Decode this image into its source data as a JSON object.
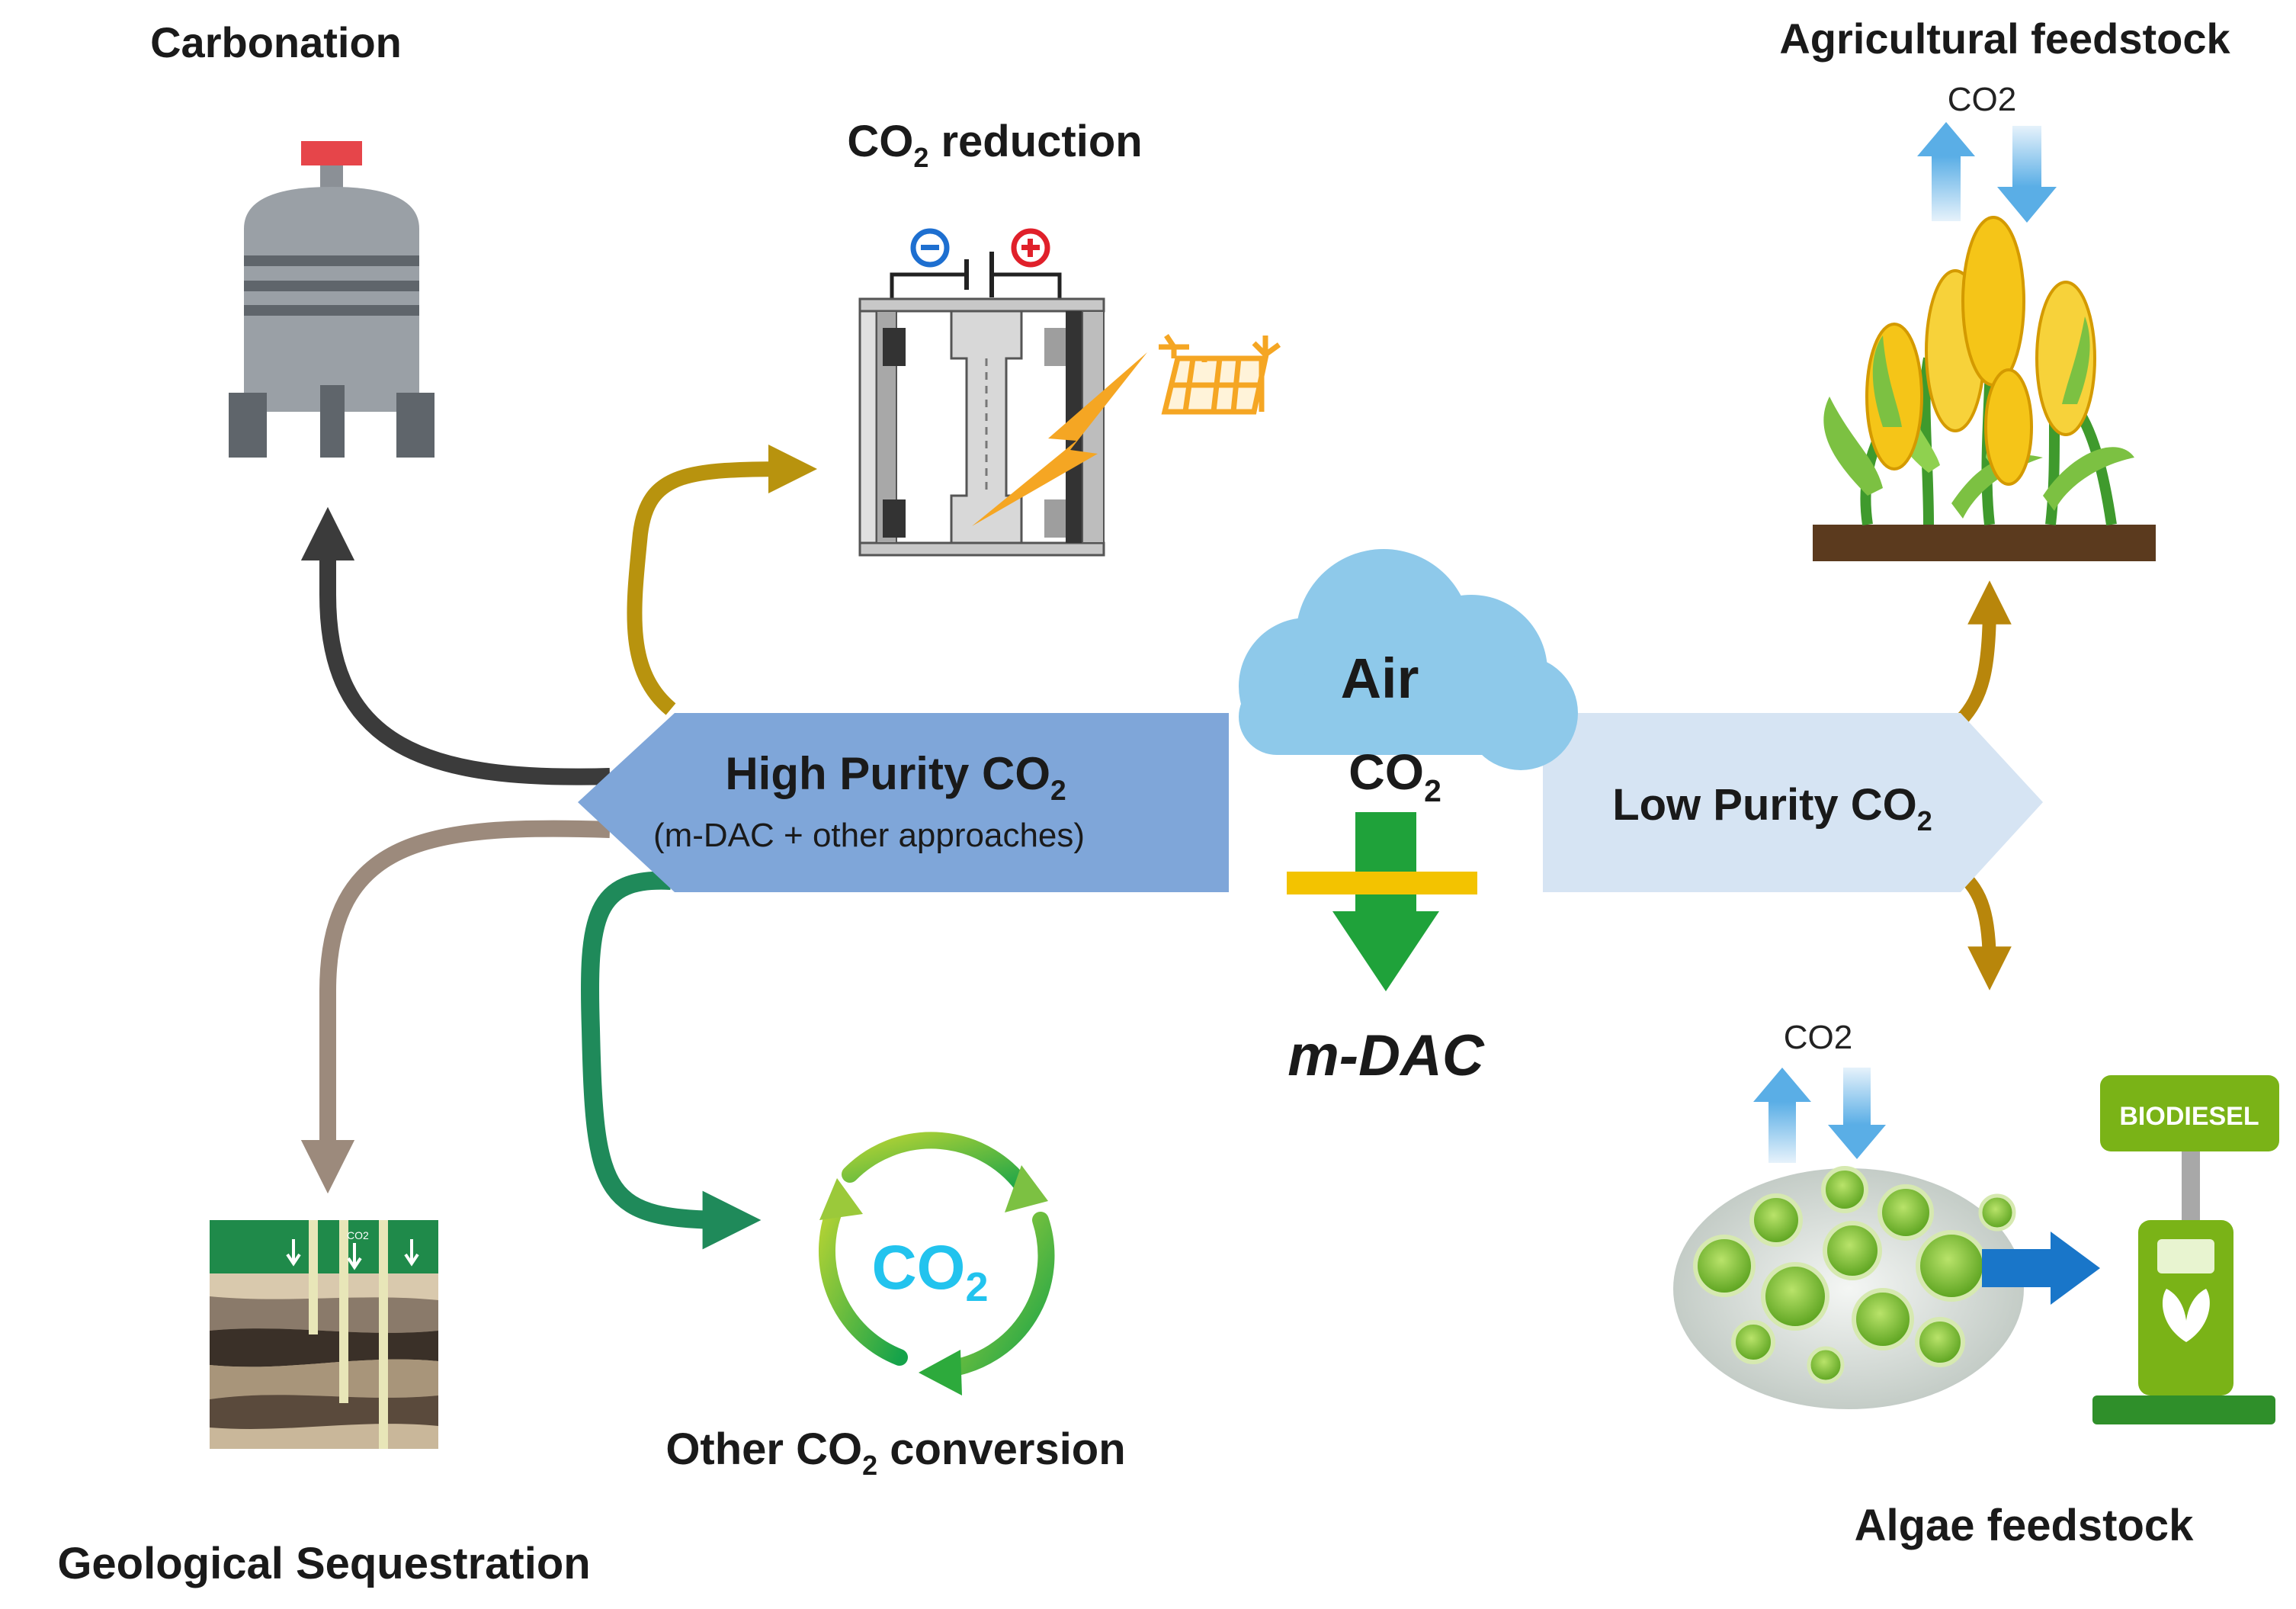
{
  "labels": {
    "carbonation": "Carbonation",
    "co2_reduction_prefix": "CO",
    "co2_reduction_sub": "2",
    "co2_reduction_suffix": " reduction",
    "agricultural_feedstock": "Agricultural feedstock",
    "agri_co2": "CO2",
    "air": "Air",
    "cloud_co2": "CO",
    "cloud_co2_sub": "2",
    "mdac": "m-DAC",
    "high_purity_prefix": "High Purity CO",
    "high_purity_sub": "2",
    "high_purity_note": "(m-DAC + other approaches)",
    "low_purity_prefix": "Low Purity CO",
    "low_purity_sub": "2",
    "algae_co2": "CO2",
    "biodiesel": "BIODIESEL",
    "cycle_co2": "CO",
    "cycle_co2_sub": "2",
    "geo_co2": "CO2",
    "other_conversion_prefix": "Other CO",
    "other_conversion_sub": "2",
    "other_conversion_suffix": " conversion",
    "algae_feedstock": "Algae feedstock",
    "geological_sequestration": "Geological Sequestration"
  },
  "colors": {
    "high_purity_arrow": "#7fa6d9",
    "low_purity_arrow": "#d6e4f3",
    "cloud": "#8ec9ea",
    "mdac_green": "#1fa23a",
    "membrane_yellow": "#f3c300",
    "carbonation_path": "#3b3b3b",
    "reduction_path": "#b8930e",
    "sequestration_path": "#9c8a7c",
    "conversion_path": "#1f8a5a",
    "feedstock_path": "#b8860b",
    "biodiesel_green": "#7ab317",
    "algae_arrow": "#1976c9"
  },
  "icons": [
    "tank-icon",
    "electrolyzer-icon",
    "renewable-icon",
    "corn-icon",
    "geology-icon",
    "cycle-icon",
    "algae-icon",
    "fuel-pump-icon"
  ]
}
